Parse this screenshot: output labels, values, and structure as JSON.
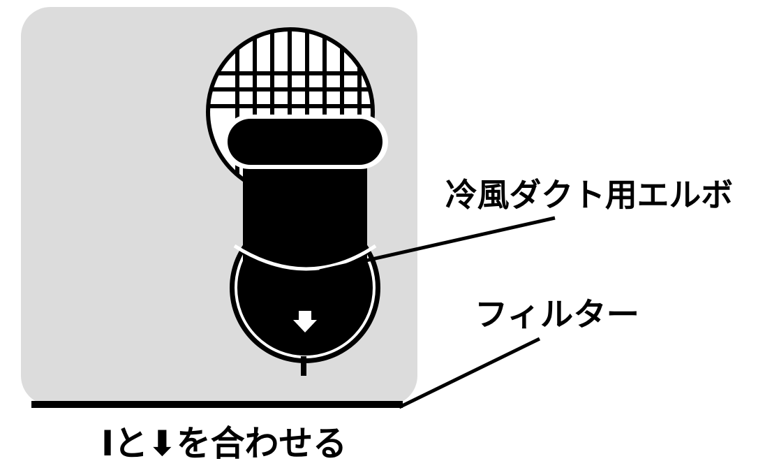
{
  "labels": {
    "elbow": "冷風ダクト用エルボ",
    "filter": "フィルター",
    "instruction": "Iと⬇を合わせる"
  },
  "colors": {
    "panel": "#dcdcdc",
    "ink": "#000000",
    "background": "#ffffff"
  }
}
